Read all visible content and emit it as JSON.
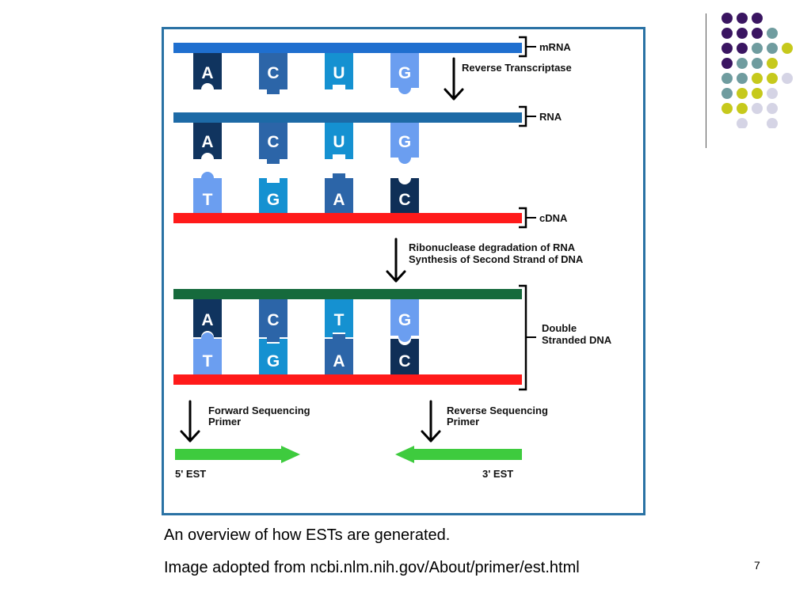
{
  "diagram": {
    "labels": {
      "mrna": "mRNA",
      "reverse_transcriptase": "Reverse Transcriptase",
      "rna": "RNA",
      "cdna": "cDNA",
      "step2_line1": "Ribonuclease degradation of RNA",
      "step2_line2": "Synthesis of Second Strand of DNA",
      "ds_line1": "Double",
      "ds_line2": "Stranded DNA",
      "fwd_line1": "Forward Sequencing",
      "fwd_line2": "Primer",
      "rev_line1": "Reverse Sequencing",
      "rev_line2": "Primer",
      "est5": "5' EST",
      "est3": "3' EST"
    },
    "rows": {
      "mrna_bases": [
        "A",
        "C",
        "U",
        "G"
      ],
      "rna_bases": [
        "A",
        "C",
        "U",
        "G"
      ],
      "cdna_bases": [
        "T",
        "G",
        "A",
        "C"
      ],
      "ds_top_bases": [
        "A",
        "C",
        "T",
        "G"
      ],
      "ds_bottom_bases": [
        "T",
        "G",
        "A",
        "C"
      ]
    },
    "colors": {
      "frame": "#2a72a4",
      "mrna_strand": "#1f6fcf",
      "rna_strand": "#1d6aa6",
      "cdna_strand": "#ff1a1a",
      "ds_top_strand": "#166a3c",
      "est_arrow": "#3ecb3e",
      "base_A": "#10345f",
      "base_C": "#2c65a8",
      "base_U": "#1591d1",
      "base_T": "#1591d1",
      "base_G": "#6b9ef0",
      "base_T_pair": "#6b9ef0",
      "base_G_pair": "#1591d1",
      "base_A_pair": "#2c65a8",
      "base_C_pair": "#0f2f57"
    }
  },
  "caption": "An overview of how ESTs are generated.",
  "source": "Image adopted from ncbi.nlm.nih.gov/About/primer/est.html",
  "page_number": "7",
  "decor": {
    "dot_colors": [
      "#3a1561",
      "#6f9c9f",
      "#c6c91c",
      "#d5d4e5"
    ]
  }
}
